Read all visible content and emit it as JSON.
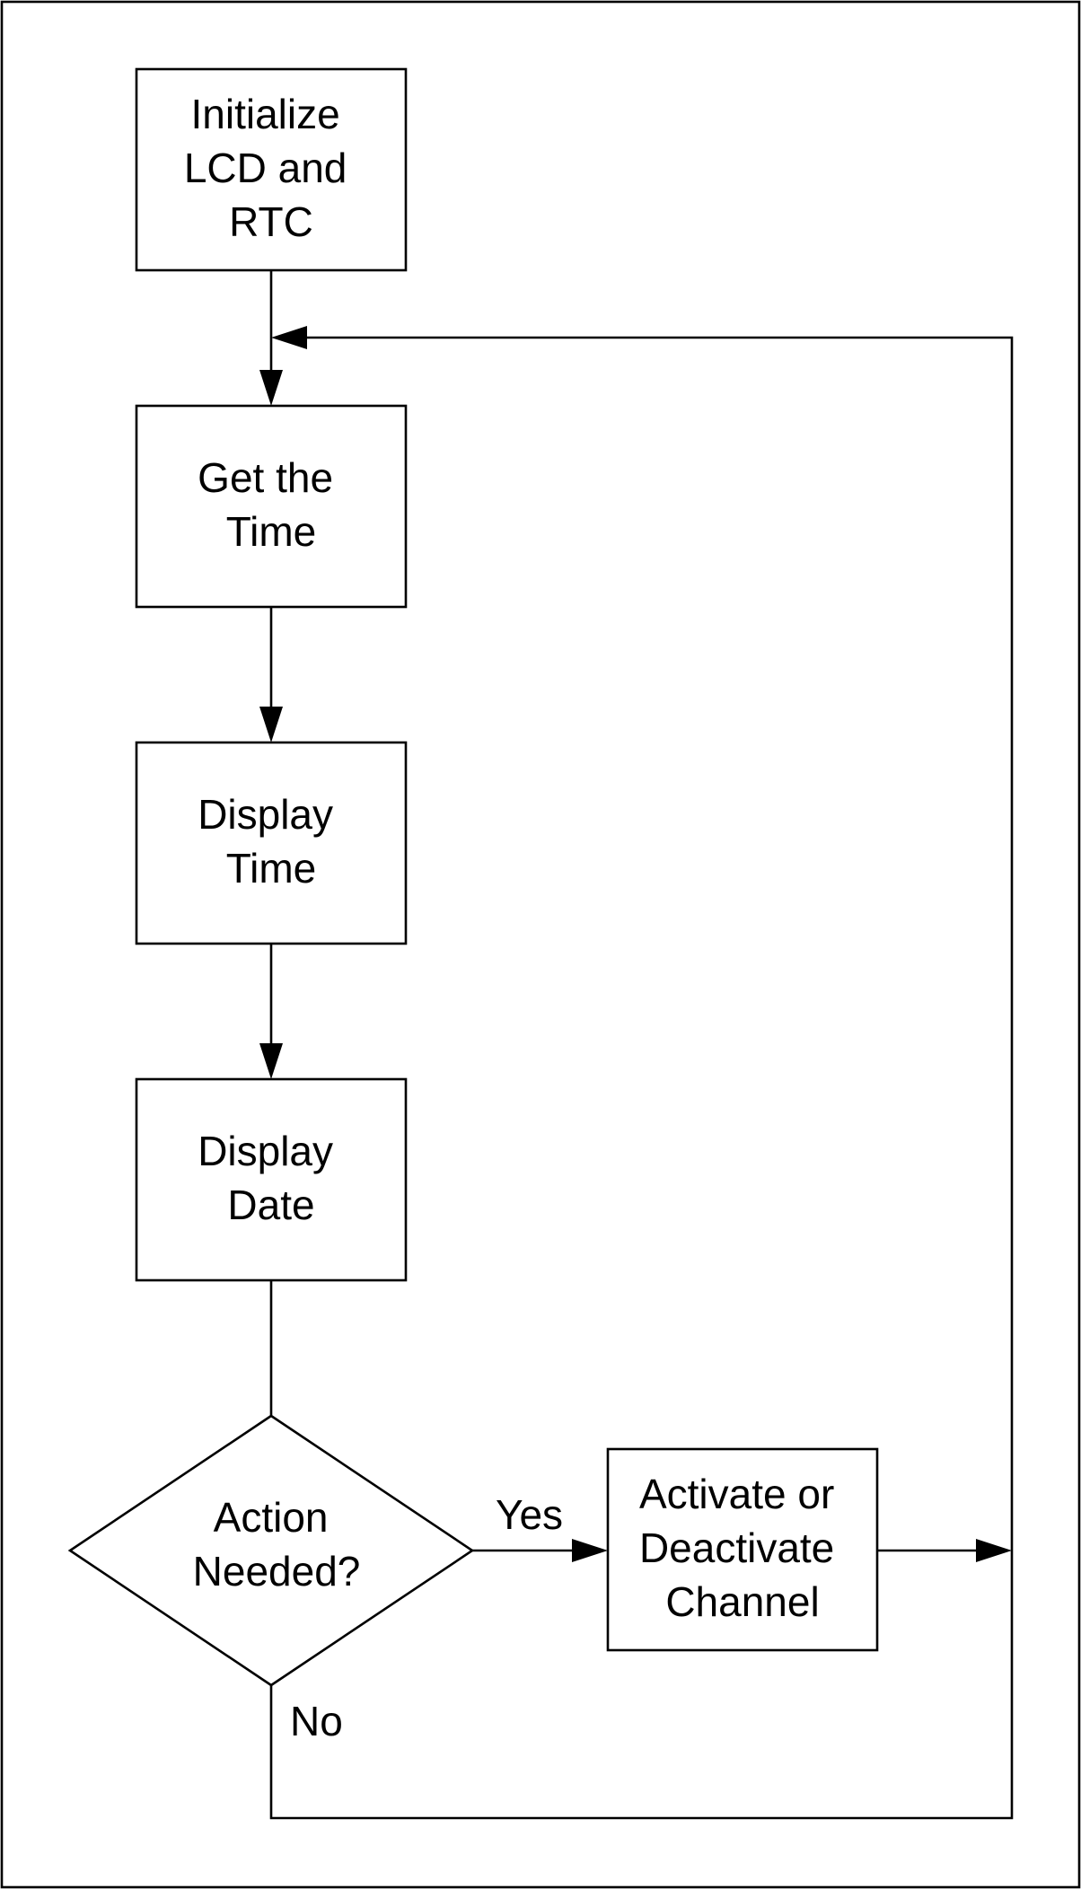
{
  "nodes": {
    "init": {
      "lines": [
        "Initialize",
        "LCD and",
        "RTC"
      ]
    },
    "get_time": {
      "lines": [
        "Get the",
        "Time"
      ]
    },
    "display_time": {
      "lines": [
        "Display",
        "Time"
      ]
    },
    "display_date": {
      "lines": [
        "Display",
        "Date"
      ]
    },
    "decision": {
      "lines": [
        "Action",
        "Needed?"
      ]
    },
    "activate": {
      "lines": [
        "Activate or",
        "Deactivate",
        "Channel"
      ]
    }
  },
  "edges": {
    "yes_label": "Yes",
    "no_label": "No"
  },
  "colors": {
    "stroke": "#000000",
    "fill": "#ffffff"
  }
}
